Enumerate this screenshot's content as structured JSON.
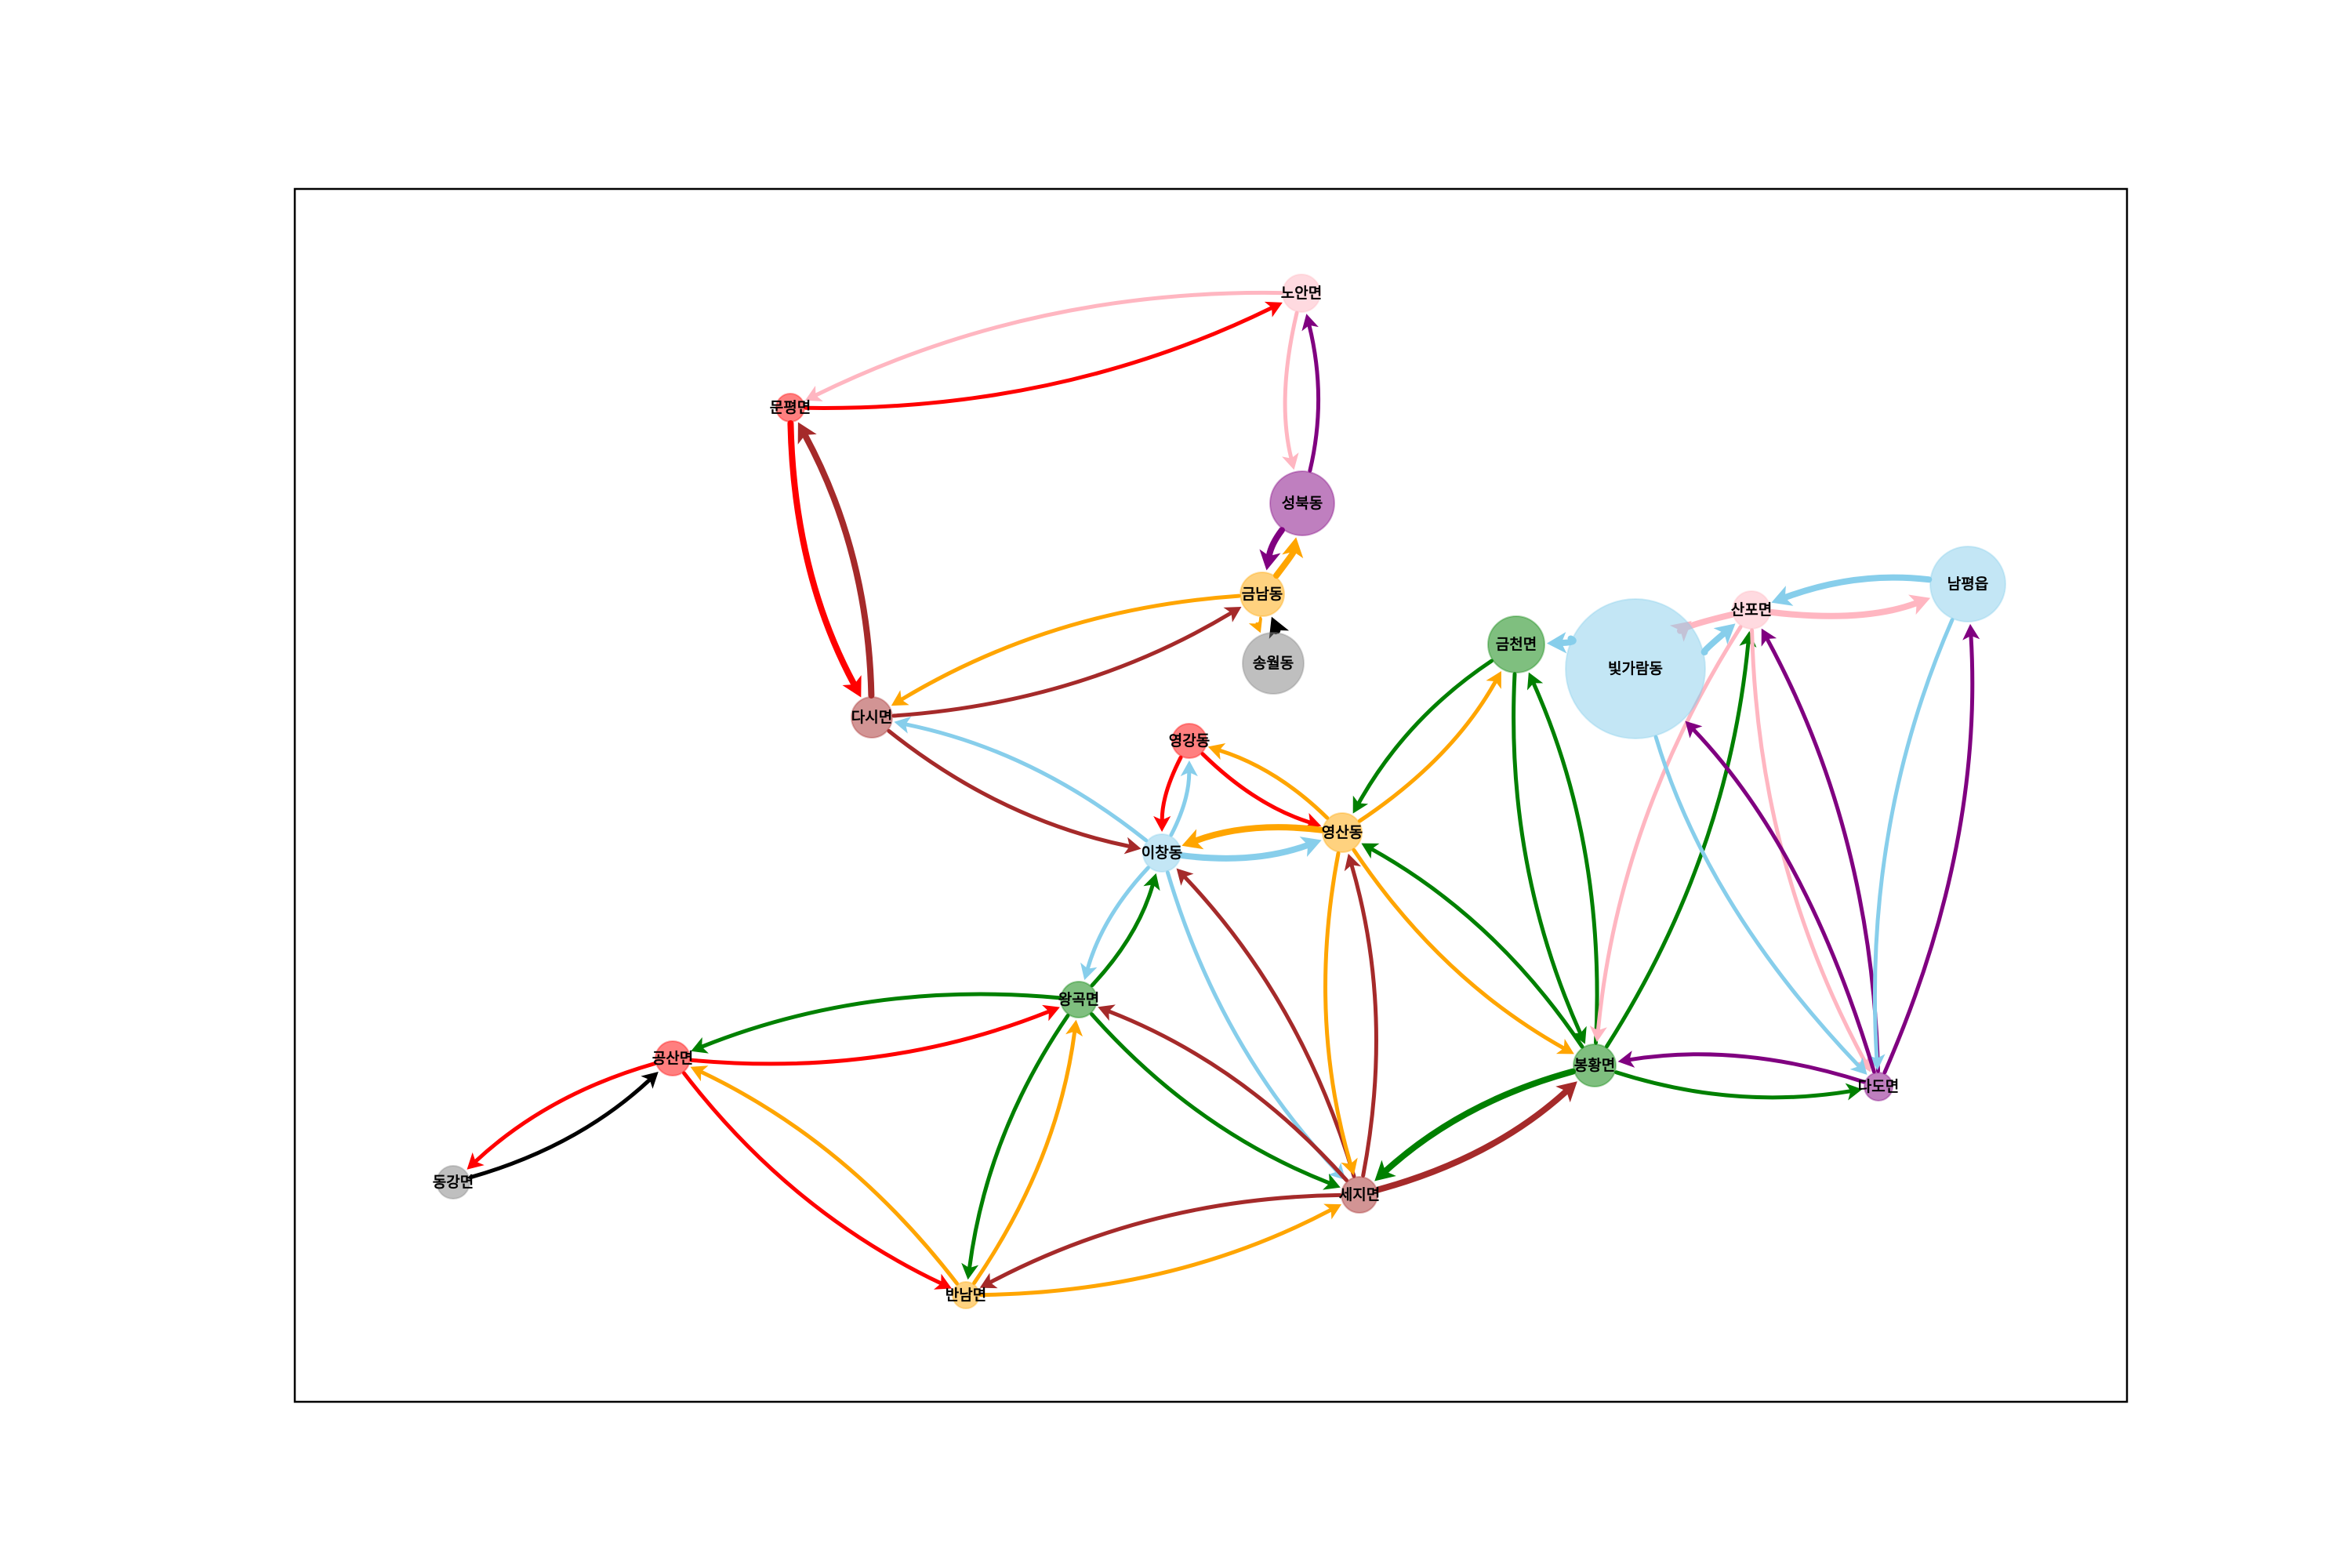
{
  "colors": {
    "pink": "#ffb6c1",
    "red": "#ff0000",
    "brown": "#a52a2a",
    "purple": "#800080",
    "orange": "#ffa500",
    "black": "#000000",
    "skyblue": "#87ceeb",
    "green": "#008000",
    "gray": "#808080"
  },
  "nodes": [
    {
      "id": "noan",
      "label": "노안면",
      "color": "pink",
      "size": 24
    },
    {
      "id": "munpyeong",
      "label": "문평면",
      "color": "red",
      "size": 18
    },
    {
      "id": "seongbuk",
      "label": "성북동",
      "color": "purple",
      "size": 41
    },
    {
      "id": "geumnam",
      "label": "금남동",
      "color": "orange",
      "size": 28
    },
    {
      "id": "songwol",
      "label": "송월동",
      "color": "gray",
      "size": 39
    },
    {
      "id": "dasi",
      "label": "다시면",
      "color": "brown",
      "size": 26
    },
    {
      "id": "geumcheon",
      "label": "금천면",
      "color": "green",
      "size": 36
    },
    {
      "id": "bitgaram",
      "label": "빛가람동",
      "color": "skyblue",
      "size": 89
    },
    {
      "id": "sanpo",
      "label": "산포면",
      "color": "pink",
      "size": 24
    },
    {
      "id": "nampyeong",
      "label": "남평읍",
      "color": "skyblue",
      "size": 48
    },
    {
      "id": "yeonggang",
      "label": "영강동",
      "color": "red",
      "size": 22
    },
    {
      "id": "yeongsan",
      "label": "영산동",
      "color": "orange",
      "size": 25
    },
    {
      "id": "ichang",
      "label": "이창동",
      "color": "skyblue",
      "size": 24
    },
    {
      "id": "wanggok",
      "label": "왕곡면",
      "color": "green",
      "size": 23
    },
    {
      "id": "gongsan",
      "label": "공산면",
      "color": "red",
      "size": 22
    },
    {
      "id": "donggang",
      "label": "동강면",
      "color": "gray",
      "size": 21
    },
    {
      "id": "bonghwang",
      "label": "봉황면",
      "color": "green",
      "size": 27
    },
    {
      "id": "dado",
      "label": "다도면",
      "color": "purple",
      "size": 18
    },
    {
      "id": "seji",
      "label": "세지면",
      "color": "brown",
      "size": 23
    },
    {
      "id": "bannam",
      "label": "반남면",
      "color": "orange",
      "size": 17
    }
  ],
  "edges": [
    {
      "from": "noan",
      "to": "munpyeong",
      "color": "pink",
      "weight": 2
    },
    {
      "from": "munpyeong",
      "to": "noan",
      "color": "red",
      "weight": 2
    },
    {
      "from": "seongbuk",
      "to": "noan",
      "color": "purple",
      "weight": 2
    },
    {
      "from": "noan",
      "to": "seongbuk",
      "color": "pink",
      "weight": 2
    },
    {
      "from": "munpyeong",
      "to": "dasi",
      "color": "red",
      "weight": 3
    },
    {
      "from": "dasi",
      "to": "munpyeong",
      "color": "brown",
      "weight": 3
    },
    {
      "from": "seongbuk",
      "to": "geumnam",
      "color": "purple",
      "weight": 3
    },
    {
      "from": "geumnam",
      "to": "seongbuk",
      "color": "orange",
      "weight": 3
    },
    {
      "from": "songwol",
      "to": "geumnam",
      "color": "black",
      "weight": 3
    },
    {
      "from": "geumnam",
      "to": "songwol",
      "color": "orange",
      "weight": 1
    },
    {
      "from": "geumnam",
      "to": "dasi",
      "color": "orange",
      "weight": 2
    },
    {
      "from": "dasi",
      "to": "geumnam",
      "color": "brown",
      "weight": 2
    },
    {
      "from": "dasi",
      "to": "ichang",
      "color": "brown",
      "weight": 2
    },
    {
      "from": "ichang",
      "to": "dasi",
      "color": "skyblue",
      "weight": 2
    },
    {
      "from": "yeonggang",
      "to": "ichang",
      "color": "red",
      "weight": 2
    },
    {
      "from": "ichang",
      "to": "yeonggang",
      "color": "skyblue",
      "weight": 2
    },
    {
      "from": "yeonggang",
      "to": "yeongsan",
      "color": "red",
      "weight": 2
    },
    {
      "from": "yeongsan",
      "to": "yeonggang",
      "color": "orange",
      "weight": 2
    },
    {
      "from": "yeongsan",
      "to": "ichang",
      "color": "orange",
      "weight": 3
    },
    {
      "from": "ichang",
      "to": "yeongsan",
      "color": "skyblue",
      "weight": 3
    },
    {
      "from": "geumcheon",
      "to": "yeongsan",
      "color": "green",
      "weight": 2
    },
    {
      "from": "yeongsan",
      "to": "geumcheon",
      "color": "orange",
      "weight": 2
    },
    {
      "from": "bitgaram",
      "to": "geumcheon",
      "color": "skyblue",
      "weight": 3
    },
    {
      "from": "bitgaram",
      "to": "sanpo",
      "color": "skyblue",
      "weight": 3
    },
    {
      "from": "sanpo",
      "to": "bitgaram",
      "color": "pink",
      "weight": 3
    },
    {
      "from": "nampyeong",
      "to": "sanpo",
      "color": "skyblue",
      "weight": 3
    },
    {
      "from": "sanpo",
      "to": "nampyeong",
      "color": "pink",
      "weight": 3
    },
    {
      "from": "geumcheon",
      "to": "bonghwang",
      "color": "green",
      "weight": 2
    },
    {
      "from": "bonghwang",
      "to": "geumcheon",
      "color": "green",
      "weight": 2
    },
    {
      "from": "bonghwang",
      "to": "sanpo",
      "color": "green",
      "weight": 2
    },
    {
      "from": "sanpo",
      "to": "bonghwang",
      "color": "pink",
      "weight": 2
    },
    {
      "from": "dado",
      "to": "sanpo",
      "color": "purple",
      "weight": 2
    },
    {
      "from": "sanpo",
      "to": "dado",
      "color": "pink",
      "weight": 2
    },
    {
      "from": "dado",
      "to": "nampyeong",
      "color": "purple",
      "weight": 2
    },
    {
      "from": "nampyeong",
      "to": "dado",
      "color": "skyblue",
      "weight": 2
    },
    {
      "from": "dado",
      "to": "bitgaram",
      "color": "purple",
      "weight": 2
    },
    {
      "from": "bitgaram",
      "to": "dado",
      "color": "skyblue",
      "weight": 2
    },
    {
      "from": "dado",
      "to": "bonghwang",
      "color": "purple",
      "weight": 2
    },
    {
      "from": "bonghwang",
      "to": "dado",
      "color": "green",
      "weight": 2
    },
    {
      "from": "yeongsan",
      "to": "bonghwang",
      "color": "orange",
      "weight": 2
    },
    {
      "from": "bonghwang",
      "to": "yeongsan",
      "color": "green",
      "weight": 2
    },
    {
      "from": "seji",
      "to": "bonghwang",
      "color": "brown",
      "weight": 3
    },
    {
      "from": "bonghwang",
      "to": "seji",
      "color": "green",
      "weight": 3
    },
    {
      "from": "ichang",
      "to": "wanggok",
      "color": "skyblue",
      "weight": 2
    },
    {
      "from": "wanggok",
      "to": "ichang",
      "color": "green",
      "weight": 2
    },
    {
      "from": "ichang",
      "to": "seji",
      "color": "skyblue",
      "weight": 2
    },
    {
      "from": "seji",
      "to": "ichang",
      "color": "brown",
      "weight": 2
    },
    {
      "from": "yeongsan",
      "to": "seji",
      "color": "orange",
      "weight": 2
    },
    {
      "from": "seji",
      "to": "yeongsan",
      "color": "brown",
      "weight": 2
    },
    {
      "from": "wanggok",
      "to": "seji",
      "color": "green",
      "weight": 2
    },
    {
      "from": "seji",
      "to": "wanggok",
      "color": "brown",
      "weight": 2
    },
    {
      "from": "wanggok",
      "to": "gongsan",
      "color": "green",
      "weight": 2
    },
    {
      "from": "gongsan",
      "to": "wanggok",
      "color": "red",
      "weight": 2
    },
    {
      "from": "wanggok",
      "to": "bannam",
      "color": "green",
      "weight": 2
    },
    {
      "from": "bannam",
      "to": "wanggok",
      "color": "orange",
      "weight": 2
    },
    {
      "from": "gongsan",
      "to": "bannam",
      "color": "red",
      "weight": 2
    },
    {
      "from": "bannam",
      "to": "gongsan",
      "color": "orange",
      "weight": 2
    },
    {
      "from": "gongsan",
      "to": "donggang",
      "color": "red",
      "weight": 2
    },
    {
      "from": "donggang",
      "to": "gongsan",
      "color": "black",
      "weight": 2
    },
    {
      "from": "seji",
      "to": "bannam",
      "color": "brown",
      "weight": 2
    },
    {
      "from": "bannam",
      "to": "seji",
      "color": "orange",
      "weight": 2
    }
  ]
}
